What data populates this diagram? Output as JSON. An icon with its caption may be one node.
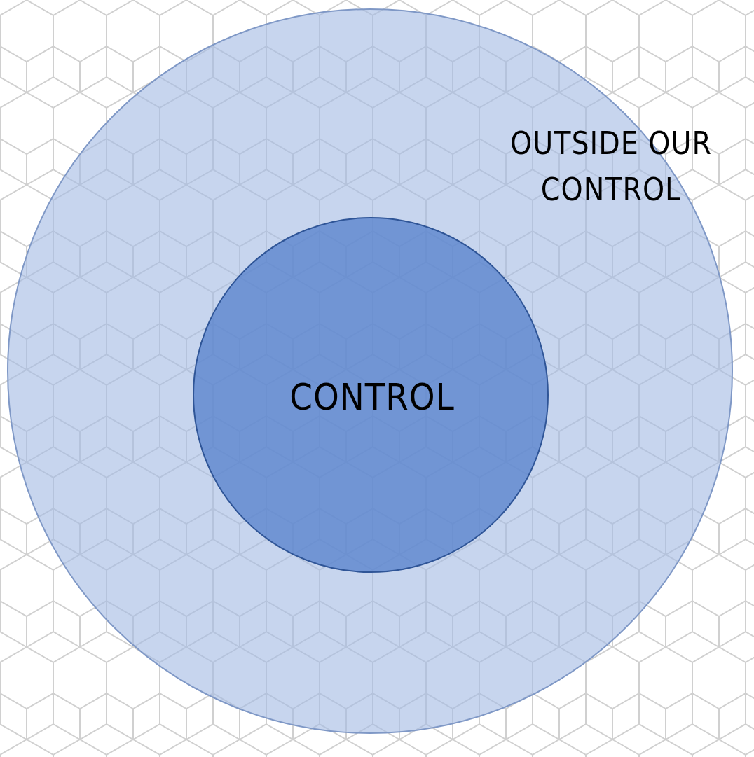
{
  "diagram": {
    "nodes": [
      {
        "text": [
          "OUTSIDE OUR CONTROL"
        ]
      },
      {
        "text": [
          "CONTROL"
        ],
        "in": 0
      }
    ]
  }
}
